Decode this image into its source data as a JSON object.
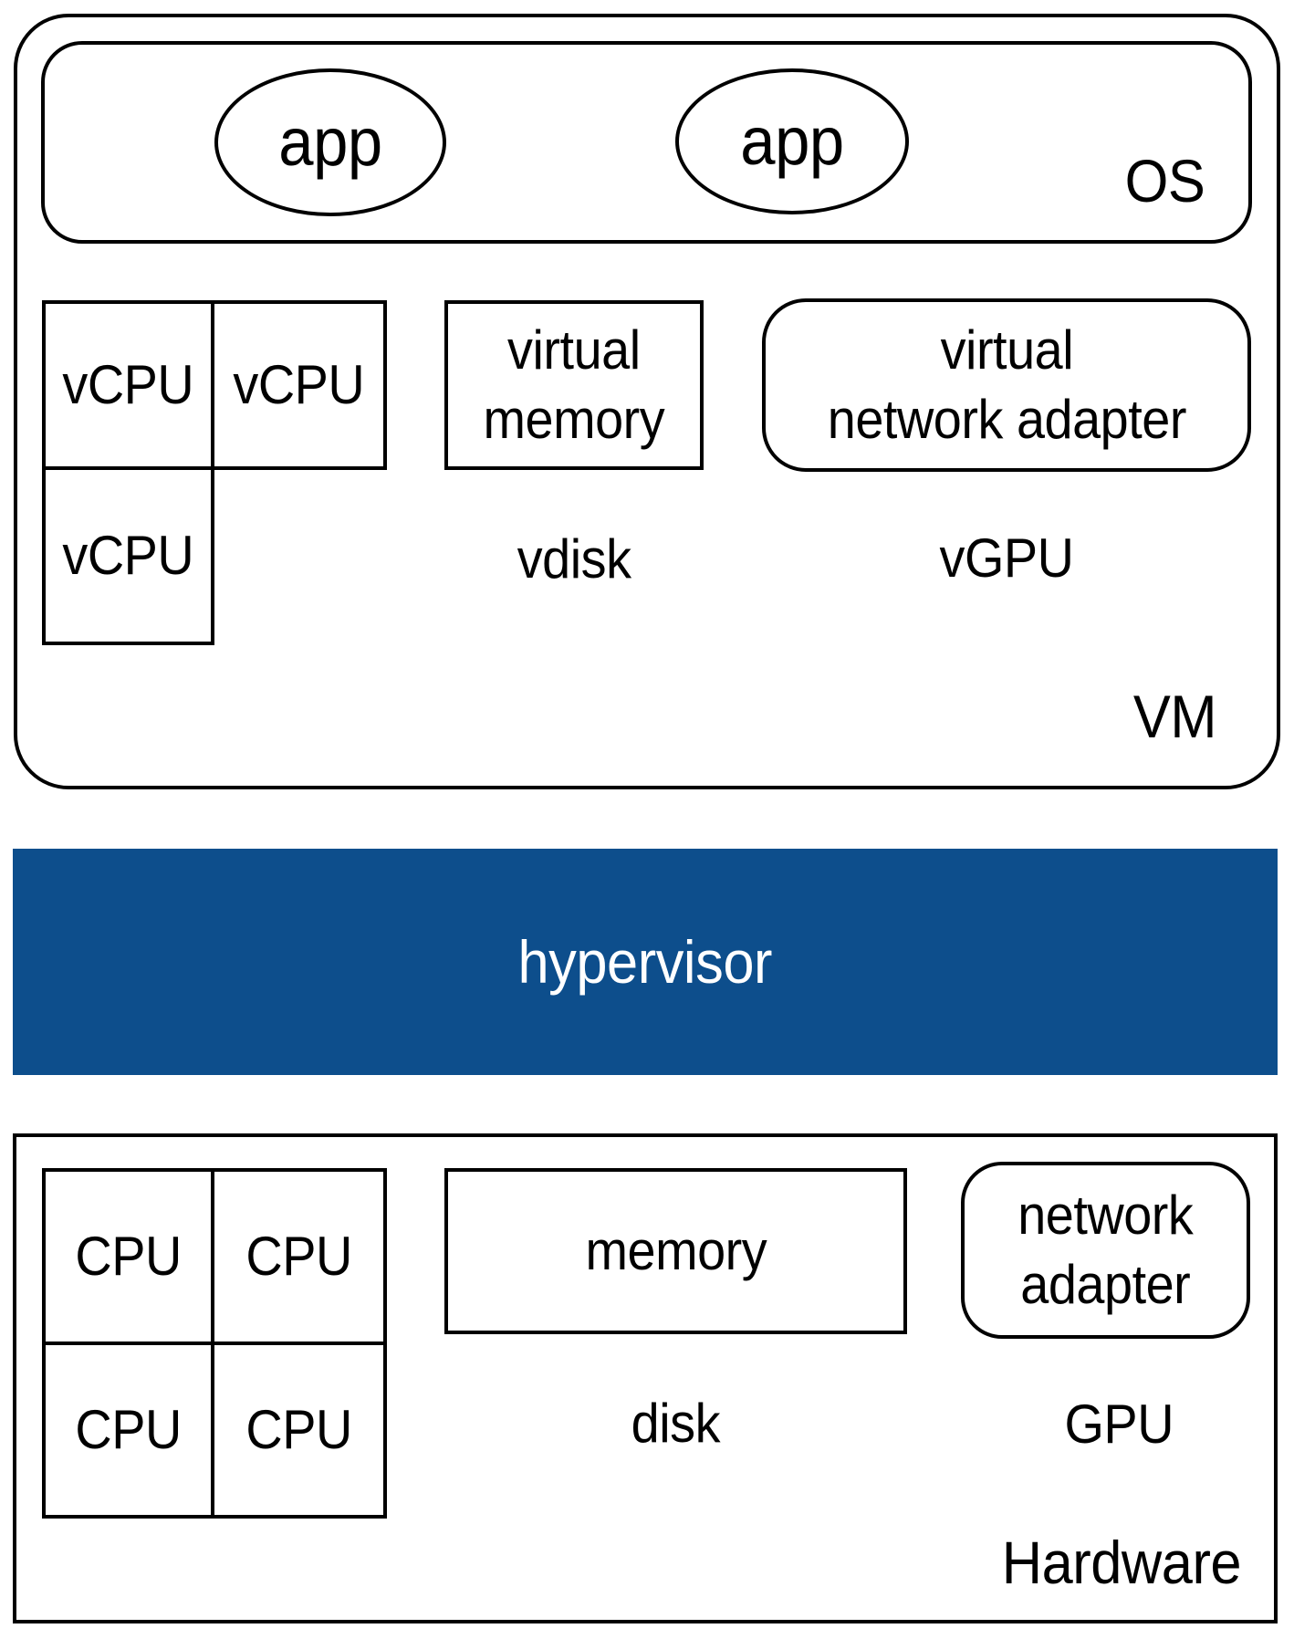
{
  "colors": {
    "accent_blue": "#0d4e8c",
    "stroke": "#000000",
    "background": "#ffffff",
    "text_on_accent": "#ffffff"
  },
  "vm": {
    "label": "VM",
    "os_label": "OS",
    "apps": [
      "app",
      "app"
    ],
    "vcpu_labels": [
      "vCPU",
      "vCPU",
      "vCPU"
    ],
    "virtual_memory_lines": [
      "virtual",
      "memory"
    ],
    "vdisk_label": "vdisk",
    "virtual_network_adapter_lines": [
      "virtual",
      "network adapter"
    ],
    "vgpu_label": "vGPU"
  },
  "hypervisor_label": "hypervisor",
  "hardware": {
    "label": "Hardware",
    "cpu_labels": [
      "CPU",
      "CPU",
      "CPU",
      "CPU"
    ],
    "memory_label": "memory",
    "disk_label": "disk",
    "network_adapter_lines": [
      "network",
      "adapter"
    ],
    "gpu_label": "GPU"
  }
}
